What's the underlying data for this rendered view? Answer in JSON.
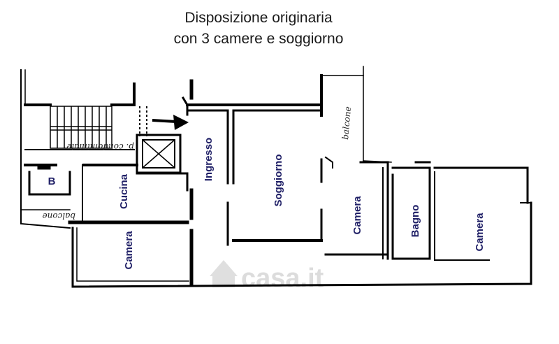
{
  "title": {
    "line1": "Disposizione originaria",
    "line2": "con 3 camere e soggiorno"
  },
  "rooms": {
    "ingresso": "Ingresso",
    "soggiorno": "Soggiorno",
    "cucina": "Cucina",
    "bagno_small": "B",
    "camera_left": "Camera",
    "camera_mid": "Camera",
    "bagno": "Bagno",
    "camera_right": "Camera"
  },
  "annotations": {
    "balcone_right": "balcone",
    "balcone_left": "balcone",
    "condominiale": "p. condominiale"
  },
  "watermark": "casa.it",
  "colors": {
    "wall": "#000000",
    "label": "#1f1f66",
    "watermark": "#d9d9d9"
  },
  "icons": {
    "entrance": "arrow-right-icon",
    "elevator": "elevator-cross-icon",
    "stairs": "stairs-icon",
    "watermark": "house-icon"
  }
}
